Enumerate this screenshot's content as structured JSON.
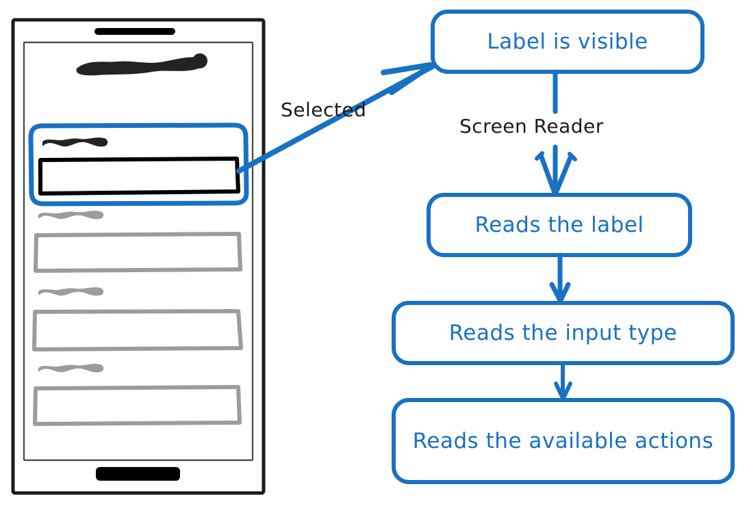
{
  "diagram": {
    "title_hidden": "",
    "accent_color": "#1971c2",
    "ink_color": "#1b1b1b",
    "muted_color": "#9a9a9a",
    "background": "#ffffff",
    "nodes": [
      {
        "id": "label-visible",
        "label": "Label is visible"
      },
      {
        "id": "reads-label",
        "label": "Reads the label"
      },
      {
        "id": "reads-input-type",
        "label": "Reads the input type"
      },
      {
        "id": "reads-available-actions",
        "label": "Reads the available actions"
      }
    ],
    "edge_labels": [
      {
        "id": "screen-reader",
        "label": "Screen Reader"
      },
      {
        "id": "selected",
        "label": "Selected"
      }
    ]
  },
  "phone": {
    "name": "phone-mockup",
    "title_placeholder": "",
    "fields": [
      {
        "id": "field-1",
        "state": "selected",
        "label_placeholder": "",
        "value": ""
      },
      {
        "id": "field-2",
        "state": "inactive",
        "label_placeholder": "",
        "value": ""
      },
      {
        "id": "field-3",
        "state": "inactive",
        "label_placeholder": "",
        "value": ""
      },
      {
        "id": "field-4",
        "state": "inactive",
        "label_placeholder": "",
        "value": ""
      }
    ]
  }
}
